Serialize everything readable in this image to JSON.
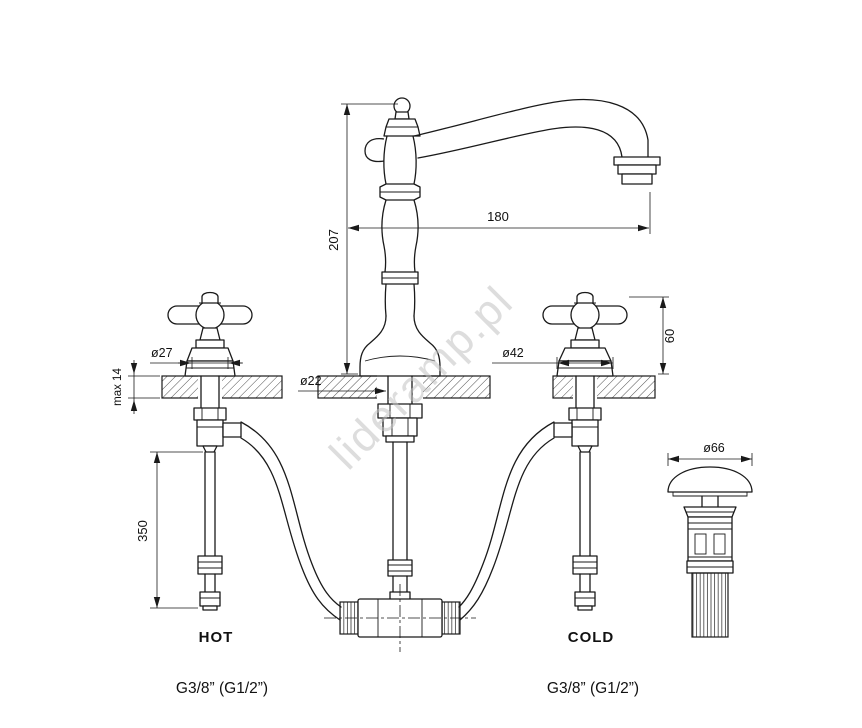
{
  "watermark": "lideramp.pl",
  "colors": {
    "line": "#1a1a1a",
    "watermark": "#c2c2c2",
    "background": "#ffffff"
  },
  "dimensions": {
    "spout_reach": "180",
    "height_above_deck": "207",
    "handle_height": "60",
    "handle_base_diameter": "ø27",
    "escutcheon_diameter": "ø42",
    "shank_diameter": "ø22",
    "drain_cap_diameter": "ø66",
    "max_deck_thickness": "max 14",
    "supply_pipe_length": "350"
  },
  "labels": {
    "hot": "HOT",
    "cold": "COLD",
    "hot_connection": "G3/8” (G1/2”)",
    "cold_connection": "G3/8” (G1/2”)"
  }
}
